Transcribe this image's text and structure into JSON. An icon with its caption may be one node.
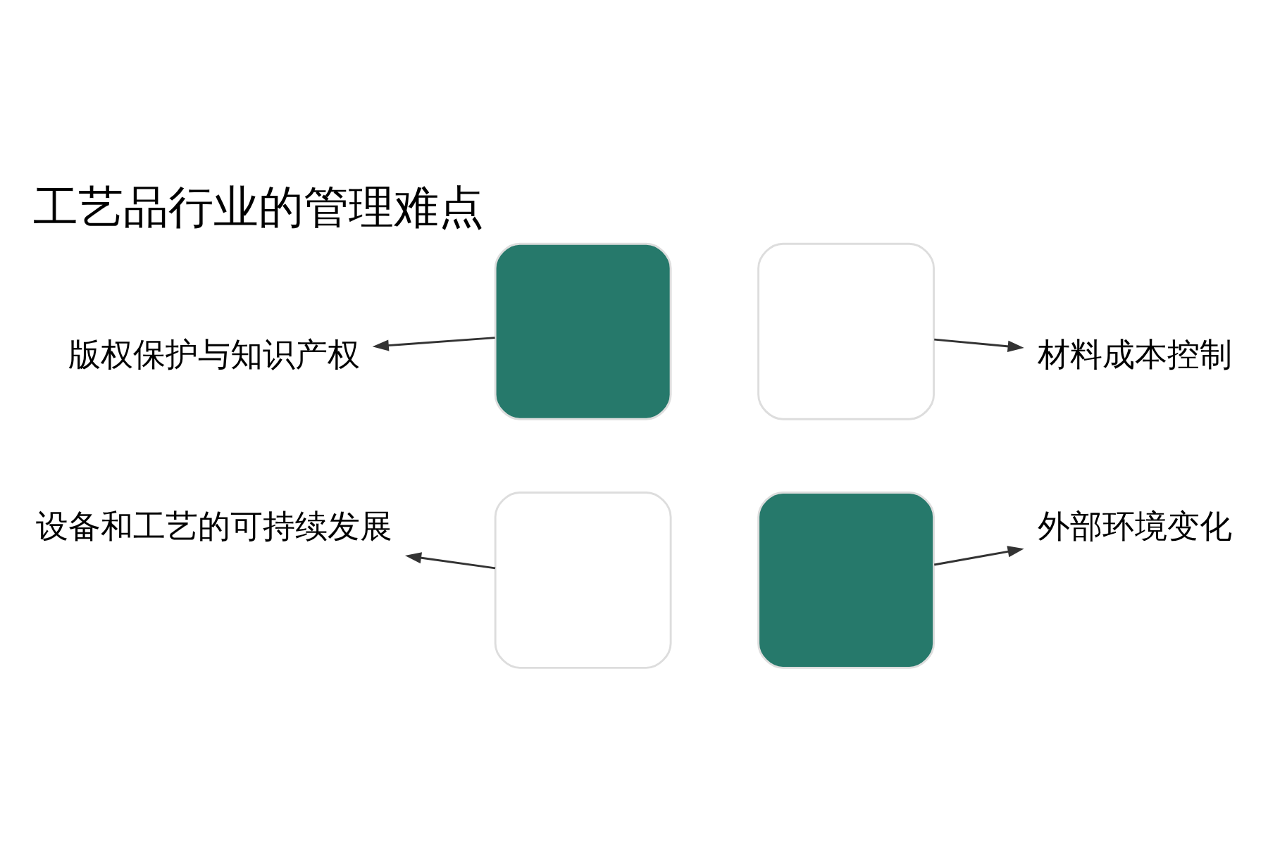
{
  "diagram": {
    "title": "工艺品行业的管理难点",
    "nodes": [
      {
        "text": [
          "版权保护与知识产权"
        ]
      },
      {
        "text": [],
        "shape": "box"
      },
      {
        "text": [],
        "shape": "box"
      },
      {
        "text": [
          "材料成本控制"
        ]
      },
      {
        "text": [
          "设备和工艺的可持续发展"
        ]
      },
      {
        "text": [],
        "shape": "box"
      },
      {
        "text": [],
        "shape": "box"
      },
      {
        "text": [
          "外部环境变化"
        ]
      }
    ],
    "edges": [
      {
        "from": 1,
        "to": 0,
        "arrow": "to"
      },
      {
        "from": 2,
        "to": 3,
        "arrow": "to"
      },
      {
        "from": 5,
        "to": 4,
        "arrow": "to"
      },
      {
        "from": 6,
        "to": 7,
        "arrow": "to"
      }
    ]
  }
}
